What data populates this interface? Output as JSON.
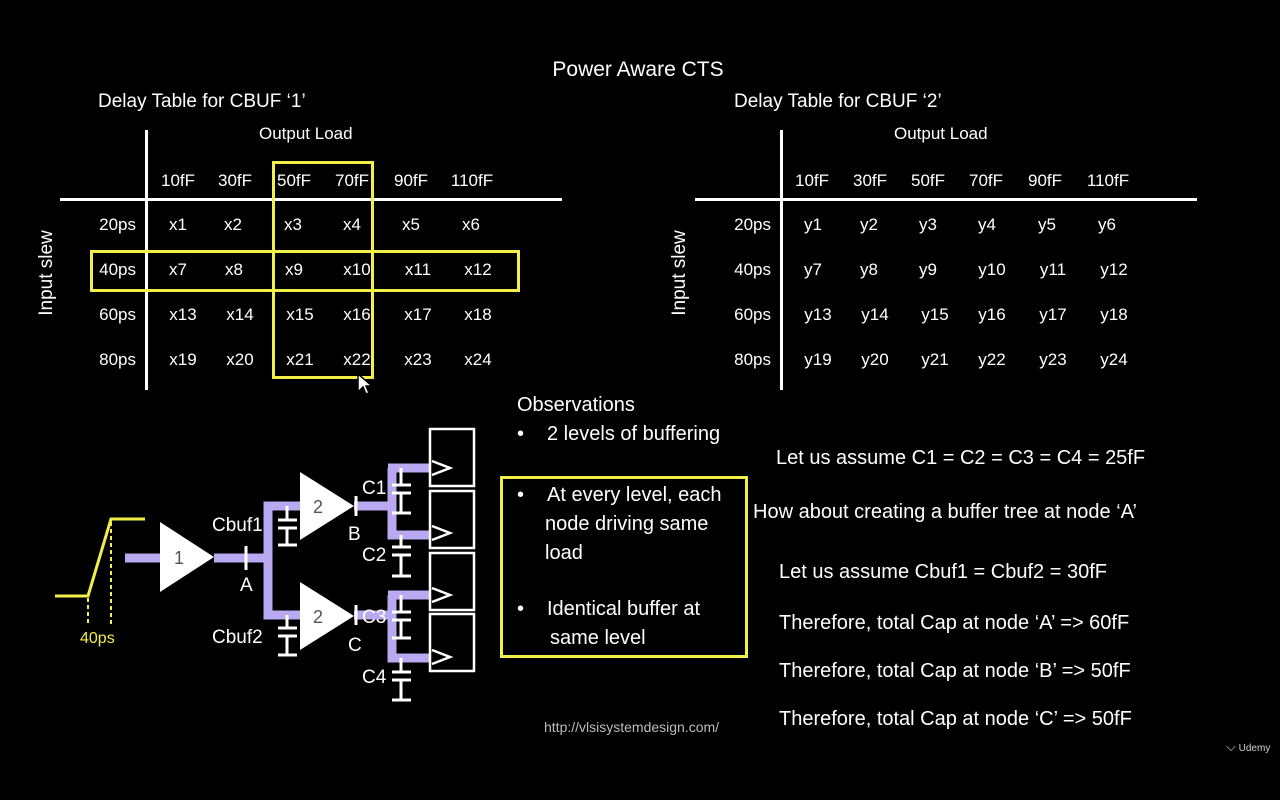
{
  "title": "Power Aware CTS",
  "table1": {
    "title": "Delay Table for CBUF ‘1’",
    "output_load_label": "Output Load",
    "input_slew_label": "Input slew",
    "columns": [
      "10fF",
      "30fF",
      "50fF",
      "70fF",
      "90fF",
      "110fF"
    ],
    "rows": [
      {
        "label": "20ps",
        "cells": [
          "x1",
          "x2",
          "x3",
          "x4",
          "x5",
          "x6"
        ]
      },
      {
        "label": "40ps",
        "cells": [
          "x7",
          "x8",
          "x9",
          "x10",
          "x11",
          "x12"
        ]
      },
      {
        "label": "60ps",
        "cells": [
          "x13",
          "x14",
          "x15",
          "x16",
          "x17",
          "x18"
        ]
      },
      {
        "label": "80ps",
        "cells": [
          "x19",
          "x20",
          "x21",
          "x22",
          "x23",
          "x24"
        ]
      }
    ]
  },
  "table2": {
    "title": "Delay Table for CBUF ‘2’",
    "output_load_label": "Output Load",
    "input_slew_label": "Input slew",
    "columns": [
      "10fF",
      "30fF",
      "50fF",
      "70fF",
      "90fF",
      "110fF"
    ],
    "rows": [
      {
        "label": "20ps",
        "cells": [
          "y1",
          "y2",
          "y3",
          "y4",
          "y5",
          "y6"
        ]
      },
      {
        "label": "40ps",
        "cells": [
          "y7",
          "y8",
          "y9",
          "y10",
          "y11",
          "y12"
        ]
      },
      {
        "label": "60ps",
        "cells": [
          "y13",
          "y14",
          "y15",
          "y16",
          "y17",
          "y18"
        ]
      },
      {
        "label": "80ps",
        "cells": [
          "y19",
          "y20",
          "y21",
          "y22",
          "y23",
          "y24"
        ]
      }
    ]
  },
  "observations": {
    "heading": "Observations",
    "bullet1": "2 levels of buffering",
    "bullet2_lines": [
      "At every level, each",
      "node driving same",
      "load"
    ],
    "bullet3_lines": [
      "Identical buffer at",
      "same level"
    ]
  },
  "notes": [
    "Let us assume C1 = C2 = C3 = C4 = 25fF",
    "How about creating a buffer tree at node ‘A’",
    "Let us assume Cbuf1 = Cbuf2 = 30fF",
    "Therefore, total Cap at node ‘A’  => 60fF",
    "Therefore, total Cap at node ‘B’  => 50fF",
    "Therefore, total Cap at node ‘C’  => 50fF"
  ],
  "circuit": {
    "buffer_labels": [
      "1",
      "2",
      "2"
    ],
    "node_labels": [
      "A",
      "B",
      "C"
    ],
    "cap_labels": [
      "Cbuf1",
      "Cbuf2",
      "C1",
      "C2",
      "C3",
      "C4"
    ],
    "slew_label": "40ps"
  },
  "url": "http://vlsisystemdesign.com/",
  "watermark": "Udemy",
  "colors": {
    "background": "#000000",
    "highlight": "#f2ef4a",
    "wire": "#b9a9f0",
    "text": "#ffffff"
  }
}
